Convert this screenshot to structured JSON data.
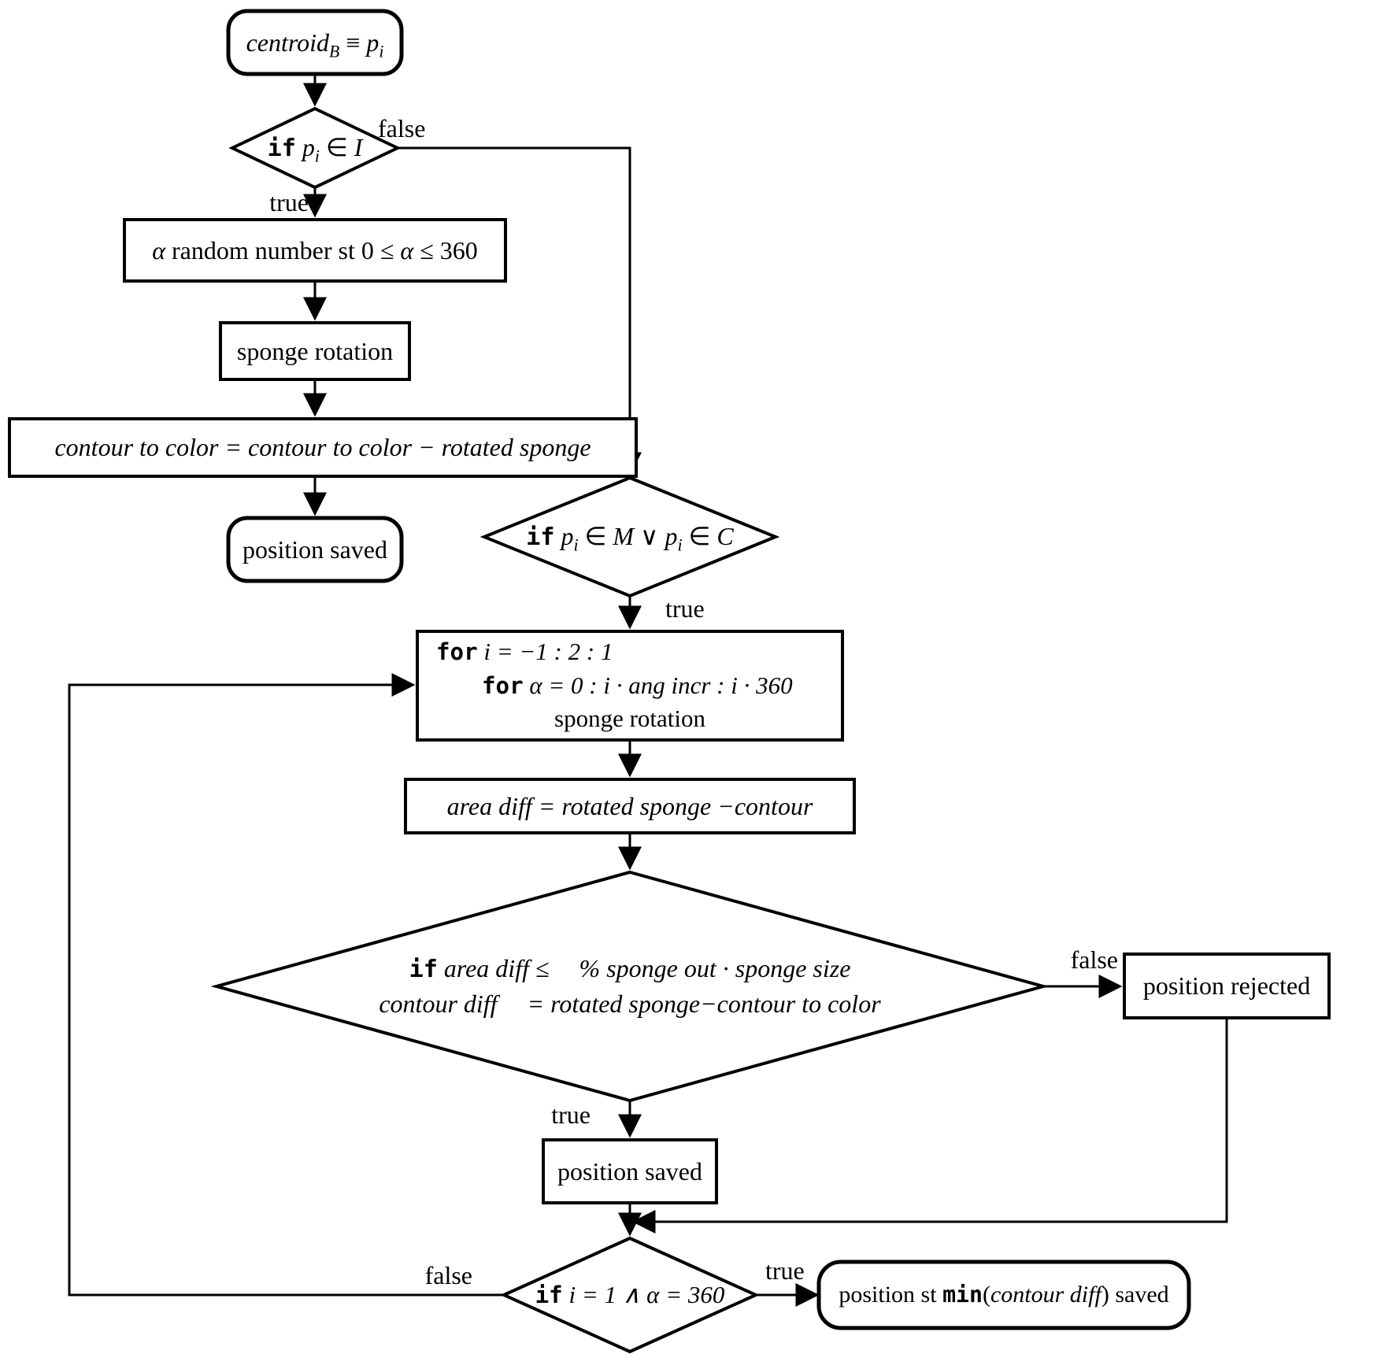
{
  "page": {
    "background": "#ffffff",
    "ink": "#000000"
  },
  "nodes": {
    "start": {
      "p1": "centroid",
      "p1_sub": "B",
      "op": "≡",
      "p2": "p",
      "p2_sub": "i"
    },
    "d1": {
      "kw": "if",
      "v": "p",
      "v_sub": "i",
      "op": "∈",
      "set": "I"
    },
    "alpha": {
      "a1": "α",
      "t1": "random number st 0 ≤",
      "a2": "α",
      "t2": "≤ 360"
    },
    "sponge": {
      "label": "sponge rotation"
    },
    "contour": {
      "label": "contour to color = contour to color − rotated sponge"
    },
    "saved1": {
      "label": "position saved"
    },
    "d2": {
      "kw": "if",
      "v1": "p",
      "v1_sub": "i",
      "op1": "∈",
      "set1": "M",
      "or": "∨",
      "v2": "p",
      "v2_sub": "i",
      "op2": "∈",
      "set2": "C"
    },
    "forloop": {
      "l1_kw": "for",
      "l1_expr": "i = −1 : 2 : 1",
      "l2_kw": "for",
      "l2_expr": "α = 0 : i · ang incr : i · 360",
      "l3": "sponge rotation"
    },
    "area": {
      "label": "area diff = rotated sponge −contour"
    },
    "d3": {
      "kw": "if",
      "l1a": "area diff ≤",
      "l1b": "% sponge out · sponge size",
      "l2a": "contour diff",
      "l2b": "= rotated sponge−contour to color"
    },
    "rejected": {
      "label": "position rejected"
    },
    "saved2": {
      "label": "position saved"
    },
    "d4": {
      "kw": "if",
      "expr": "i = 1 ∧ α = 360"
    },
    "final": {
      "t1": "position st",
      "kw": "min",
      "paren_open": "(",
      "expr": "contour diff",
      "paren_close": ")",
      "t2": "saved"
    }
  },
  "labels": {
    "d1_true": "true",
    "d1_false": "false",
    "d2_true": "true",
    "d3_true": "true",
    "d3_false": "false",
    "d4_true": "true",
    "d4_false": "false"
  }
}
